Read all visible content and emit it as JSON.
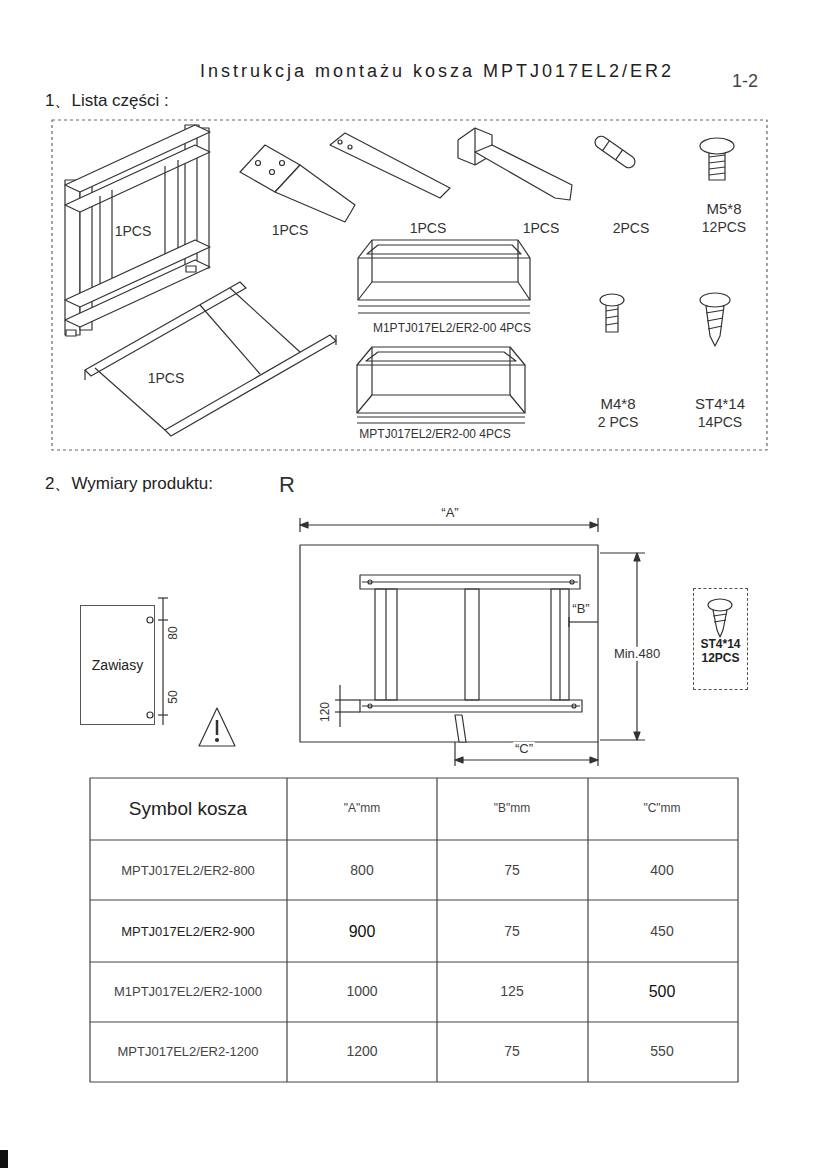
{
  "diagram": {
    "title": "Instrukcja montażu kosza MPTJ017EL2/ER2",
    "nodes": [
      {
        "text": [
          "Zawiasy"
        ]
      },
      {
        "text": [
          "ST4*14",
          "12PCS"
        ]
      }
    ],
    "labels": [
      "1-2",
      "1、Lista części :",
      "1PCS",
      "1PCS",
      "1PCS",
      "1PCS",
      "2PCS",
      "M5*8",
      "12PCS",
      "1PCS",
      "M1PTJ017EL2/ER2-00 4PCS",
      "MPTJ017EL2/ER2-00 4PCS",
      "M4*8",
      "2 PCS",
      "ST4*14",
      "14PCS",
      "2、Wymiary produktu:",
      "R",
      "“A”",
      "“B”",
      "Min.480",
      "“C”",
      "80",
      "50",
      "120",
      "Symbol kosza",
      "\"A\"mm",
      "\"B\"mm",
      "\"C\"mm",
      "MPTJ017EL2/ER2-800",
      "800",
      "75",
      "400",
      "MPTJ017EL2/ER2-900",
      "900",
      "75",
      "450",
      "M1PTJ017EL2/ER2-1000",
      "1000",
      "125",
      "500",
      "MPTJ017EL2/ER2-1200",
      "1200",
      "75",
      "550"
    ]
  }
}
